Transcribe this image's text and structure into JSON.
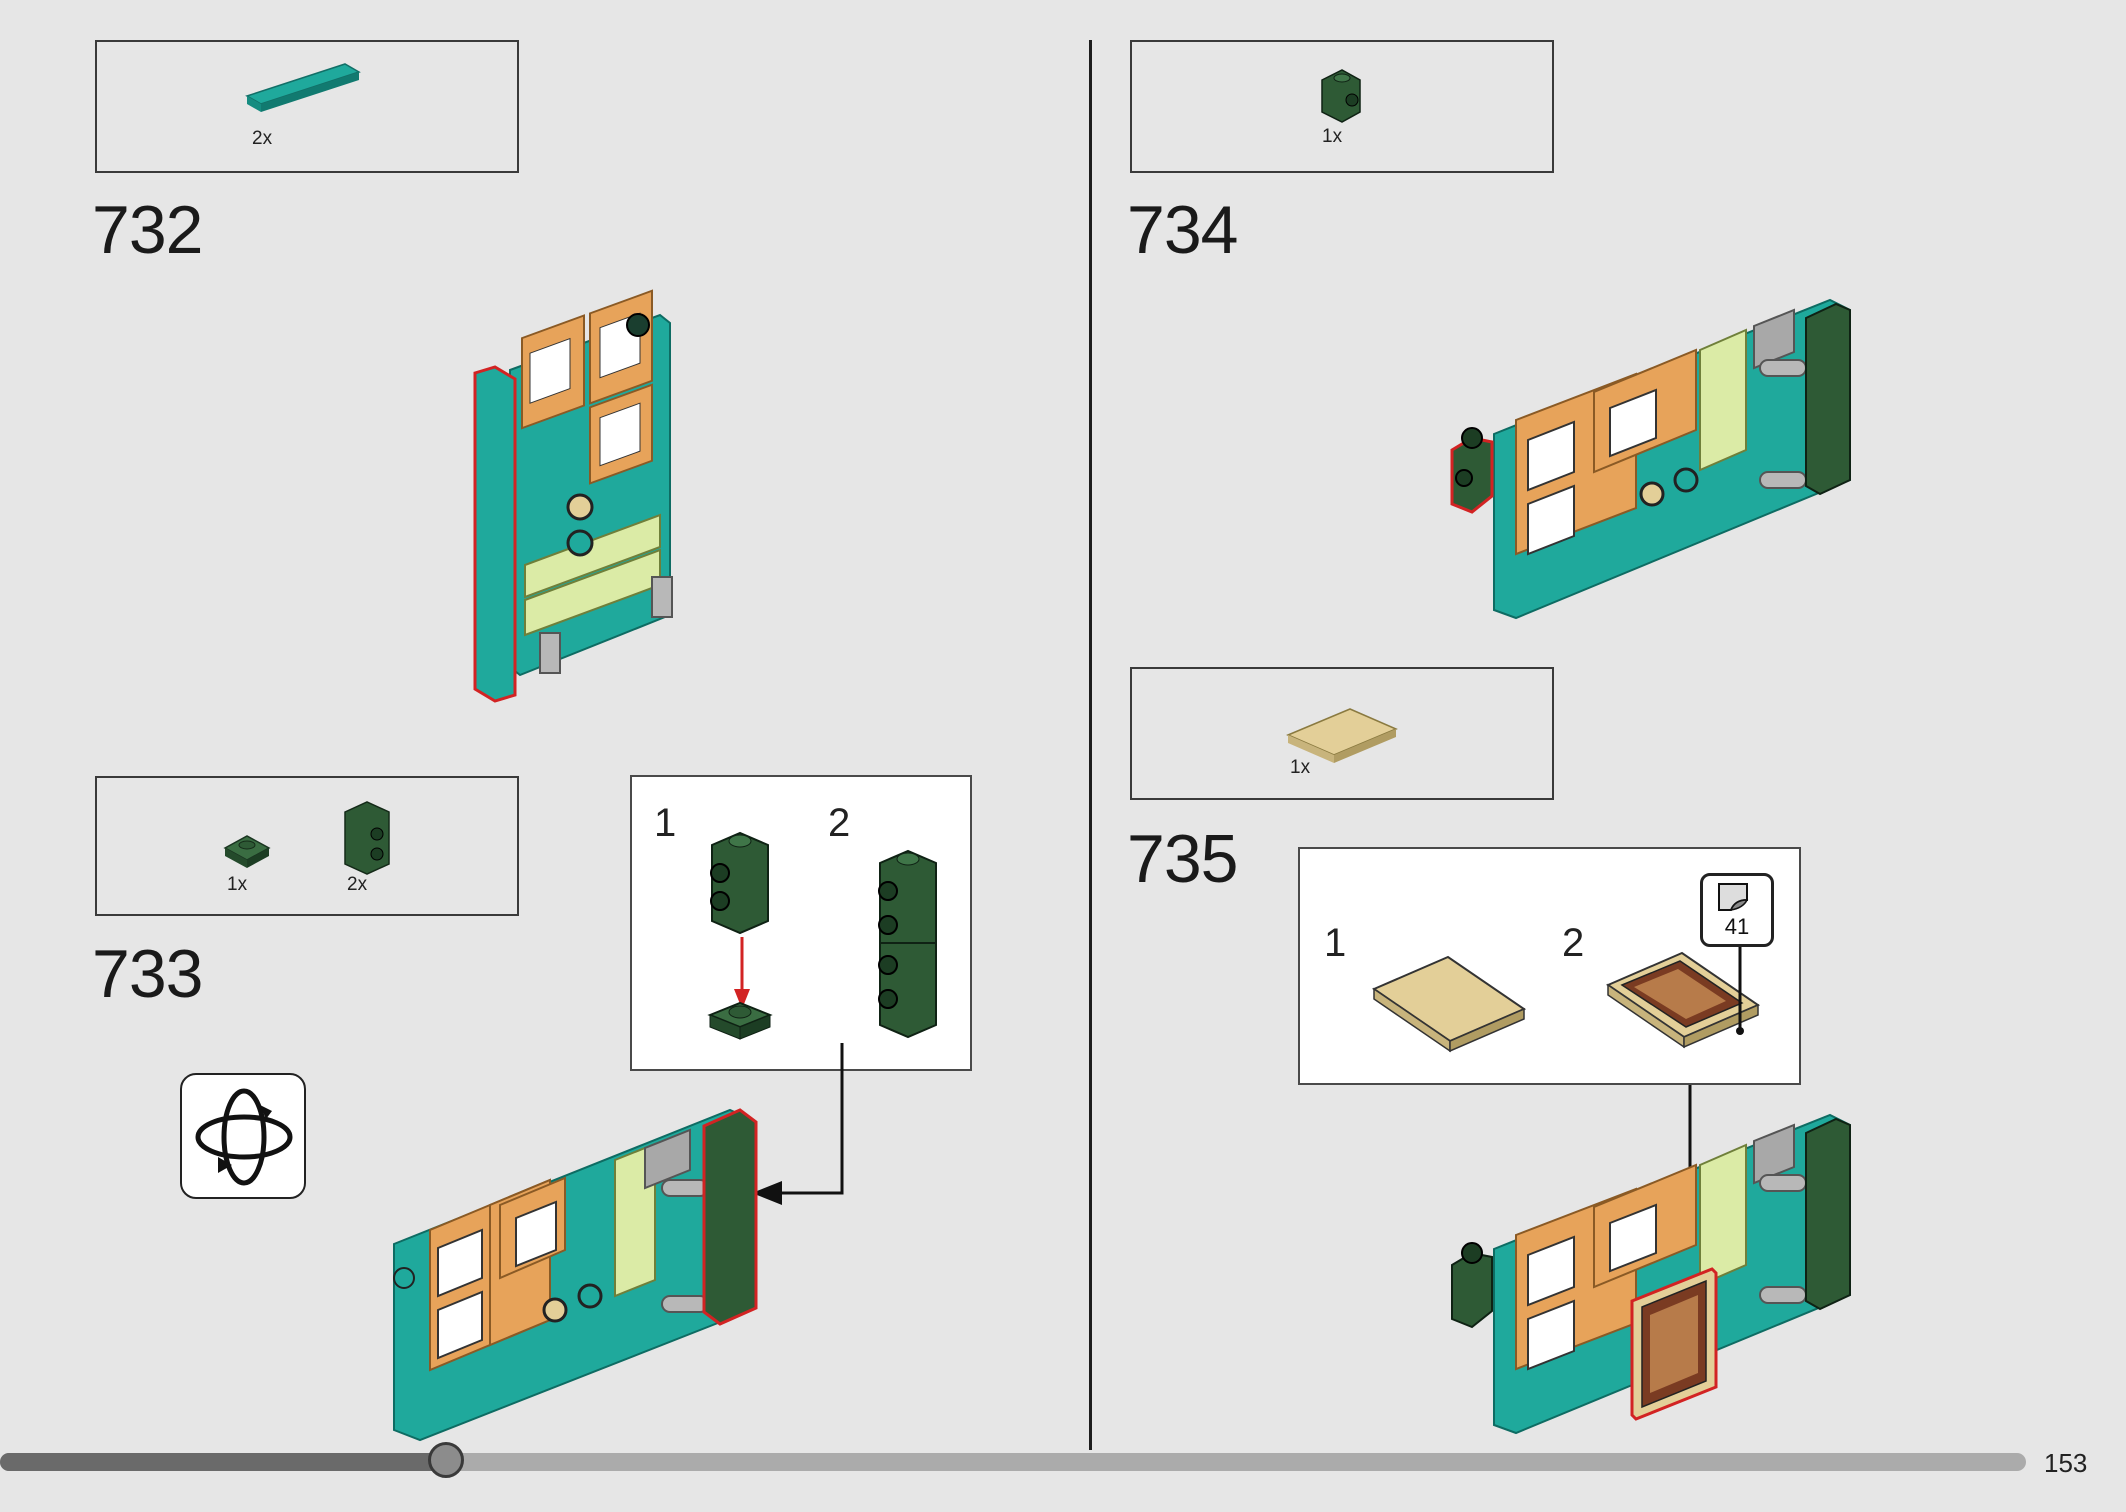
{
  "page": {
    "number": "153",
    "progress_fraction": 0.22
  },
  "steps": {
    "s732": {
      "number": "732",
      "parts": [
        {
          "qty": "2x",
          "name": "teal-tile-1x4-icon"
        }
      ]
    },
    "s733": {
      "number": "733",
      "parts": [
        {
          "qty": "1x",
          "name": "dark-green-plate-1x1-icon"
        },
        {
          "qty": "2x",
          "name": "dark-green-bracket-brick-icon"
        }
      ],
      "substeps": [
        {
          "label": "1"
        },
        {
          "label": "2"
        }
      ]
    },
    "s734": {
      "number": "734",
      "parts": [
        {
          "qty": "1x",
          "name": "dark-green-bracket-icon"
        }
      ]
    },
    "s735": {
      "number": "735",
      "parts": [
        {
          "qty": "1x",
          "name": "tan-tile-2x3-icon"
        }
      ],
      "substeps": [
        {
          "label": "1"
        },
        {
          "label": "2"
        }
      ],
      "sticker": {
        "number": "41"
      }
    }
  },
  "colors": {
    "teal": "#1fa99c",
    "teal_dark": "#138a80",
    "orange": "#e7a35a",
    "tan": "#e3cf98",
    "lime": "#dbeba6",
    "dark_green": "#2e5a35",
    "grey": "#a8a8a8",
    "red_outline": "#d22323",
    "background": "#e6e6e6"
  }
}
